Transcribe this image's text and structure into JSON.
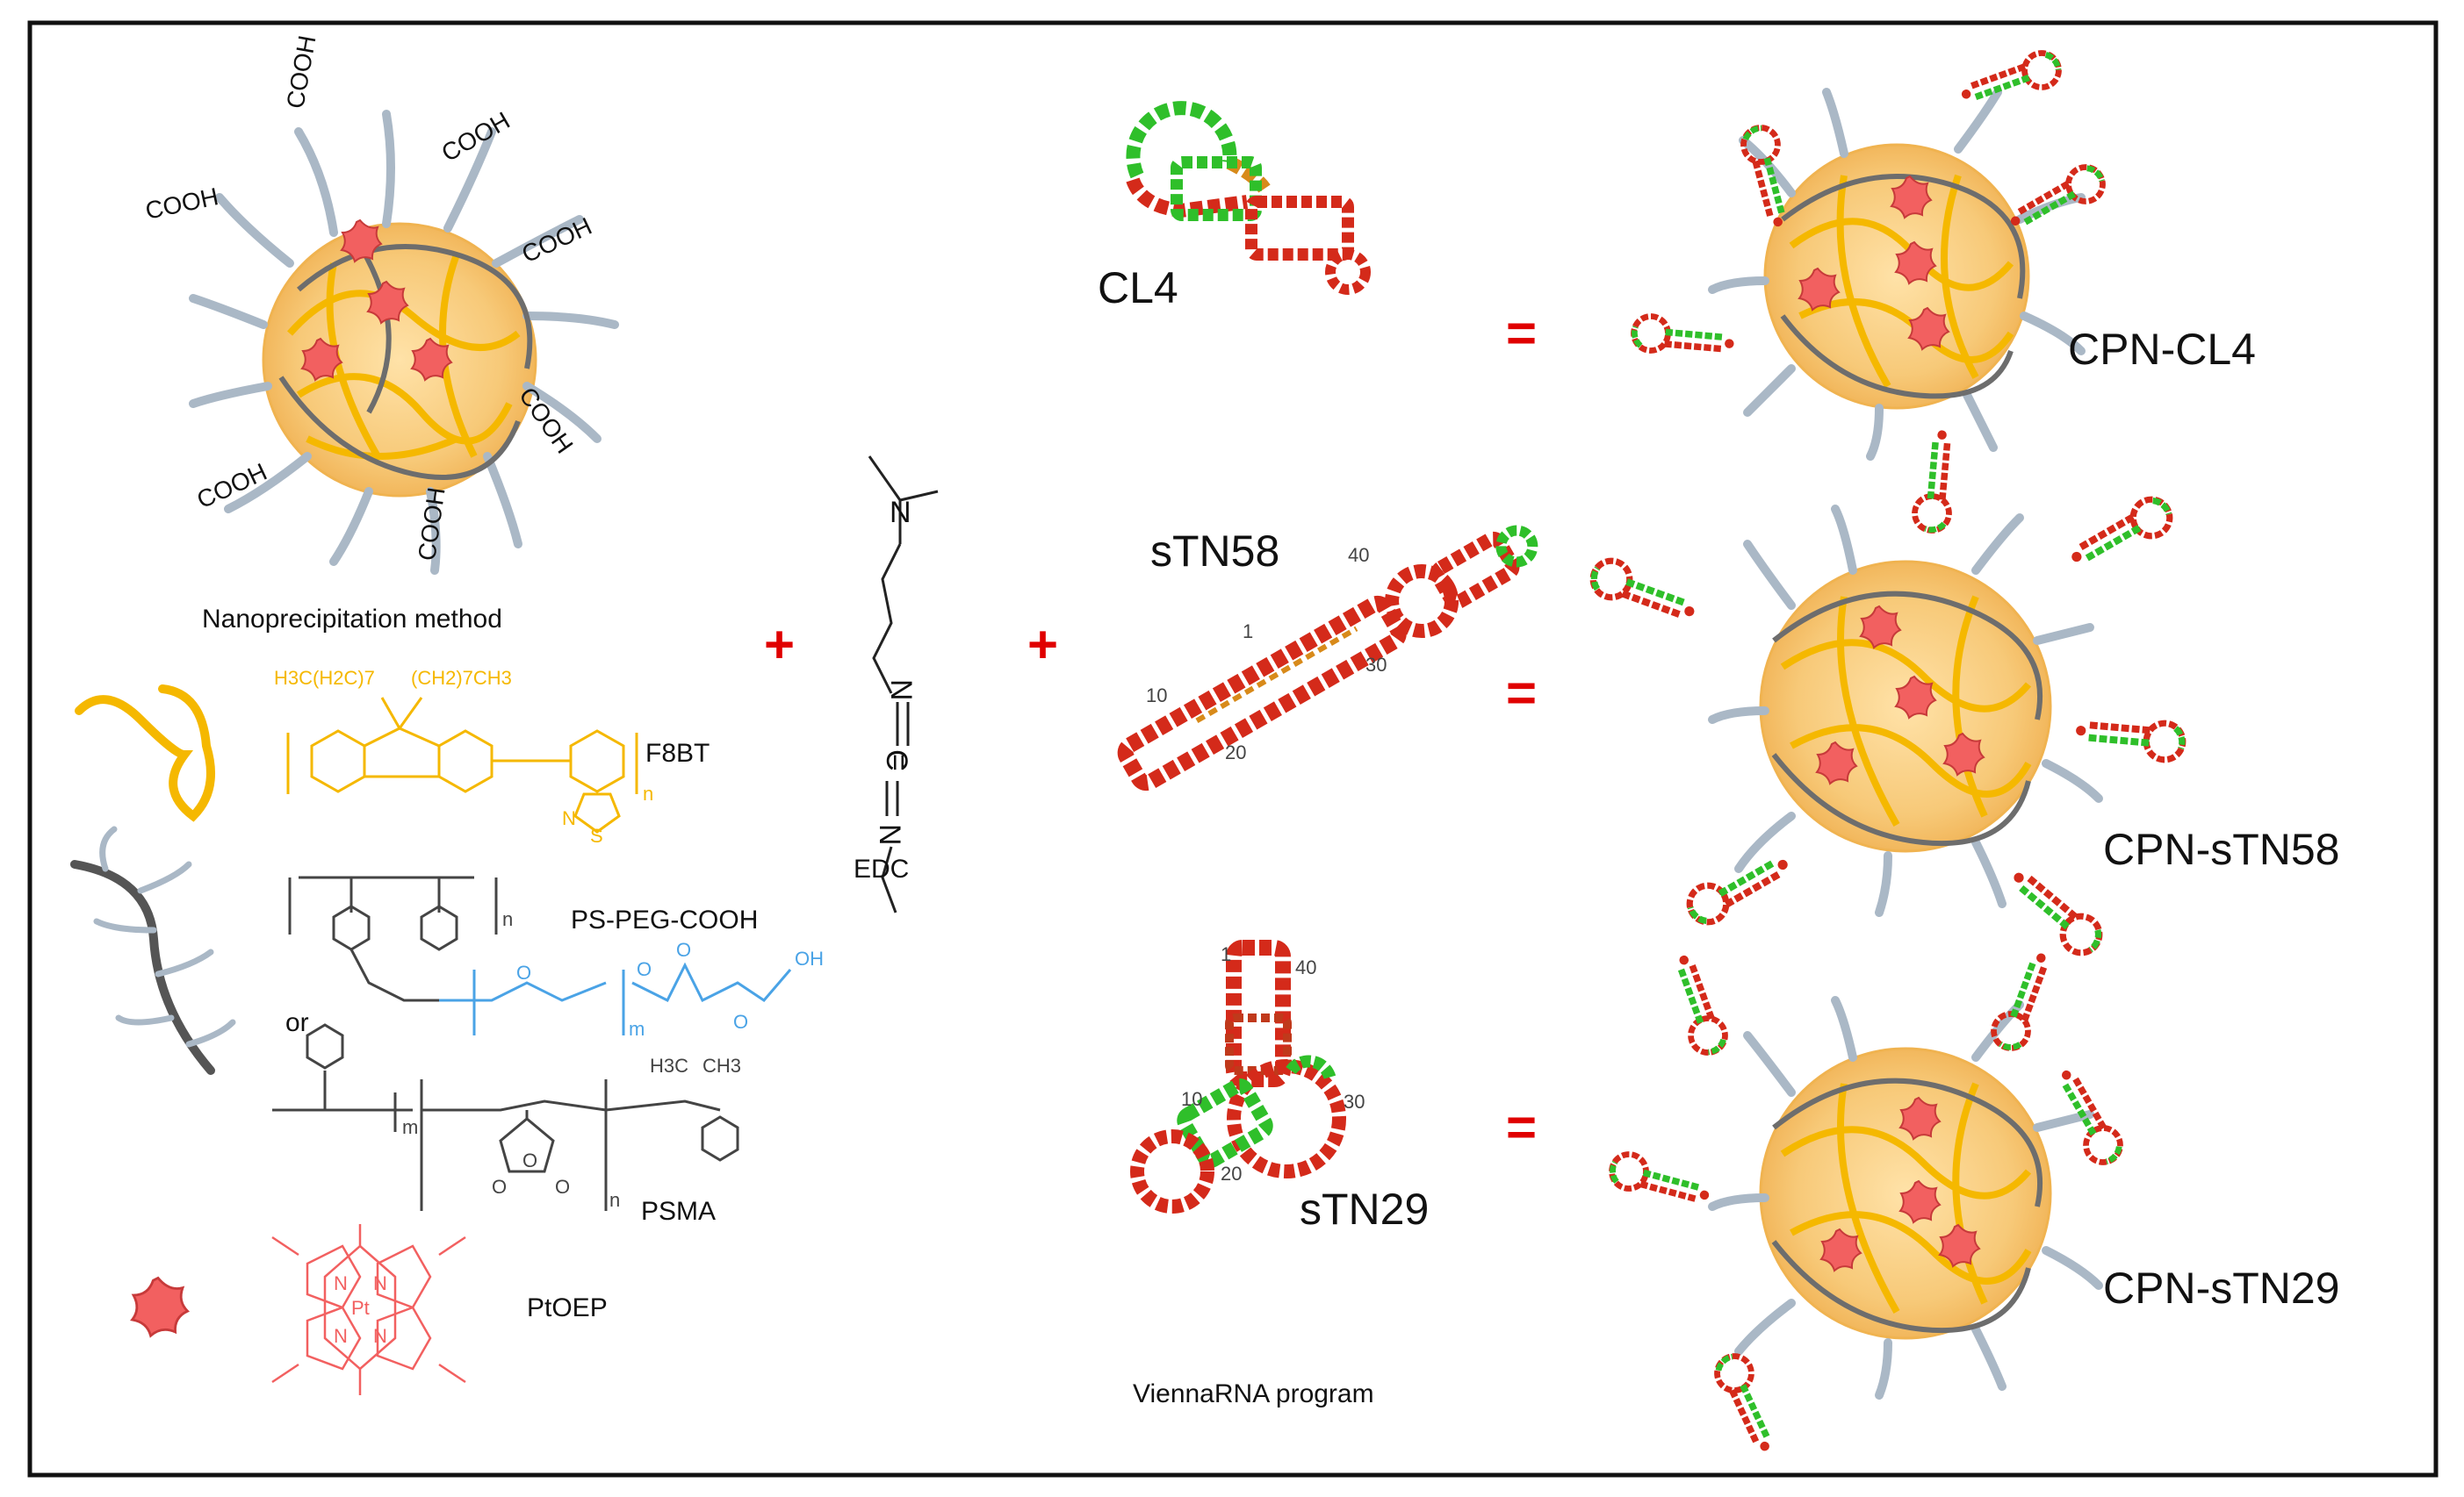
{
  "left_panel": {
    "cooh_label": "COOH",
    "cooh_charge": "-",
    "method_caption": "Nanoprecipitation method",
    "components": {
      "f8bt": {
        "name": "F8BT",
        "side_chain_left": "H3C(H2C)7",
        "side_chain_right": "(CH2)7CH3",
        "sulfur": "S",
        "nitrogen": "N",
        "repeat": "n"
      },
      "ps_peg_cooh": {
        "name": "PS-PEG-COOH",
        "oxygen": "O",
        "hydroxyl": "OH",
        "repeat_n": "n",
        "repeat_m": "m"
      },
      "or_label": "or",
      "psma": {
        "name": "PSMA",
        "methyl_left": "H3C",
        "methyl_right": "CH3",
        "oxygen": "O",
        "repeat_n": "n",
        "repeat_m": "m"
      },
      "ptoep": {
        "name": "PtOEP",
        "metal": "Pt",
        "nitrogen": "N"
      }
    }
  },
  "middle": {
    "plus_sign": "+",
    "edc_label": "EDC",
    "edc_n_atom": "N",
    "edc_c_atom": "C",
    "edc_eq": "=",
    "viennarna_caption": "ViennaRNA program"
  },
  "aptamers": [
    {
      "name": "CL4",
      "numbers": []
    },
    {
      "name": "sTN58",
      "numbers": [
        "1",
        "10",
        "20",
        "30",
        "40"
      ]
    },
    {
      "name": "sTN29",
      "numbers": [
        "1",
        "10",
        "20",
        "30",
        "40"
      ]
    }
  ],
  "products": [
    {
      "equals": "=",
      "name": "CPN-CL4"
    },
    {
      "equals": "=",
      "name": "CPN-sTN58"
    },
    {
      "equals": "=",
      "name": "CPN-sTN29"
    }
  ],
  "colors": {
    "polymer_f8bt": "#f5b800",
    "core_fill": "#f7c978",
    "peg_chains": "#aab8c6",
    "dark_chain": "#6d6d6d",
    "ptoep_red": "#f26060",
    "operator_red": "#e00000",
    "peg_blue": "#4aa3e6",
    "rna_red": "#d42a1a",
    "rna_green": "#2fbf2a",
    "rna_orange": "#d88a1a"
  }
}
